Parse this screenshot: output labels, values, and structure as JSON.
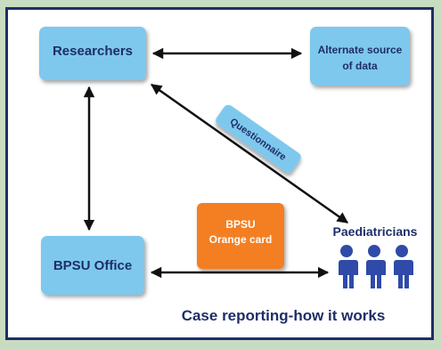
{
  "nodes": {
    "researchers": "Researchers",
    "alternate_line1": "Alternate source",
    "alternate_line2": "of data",
    "bpsu_office": "BPSU Office",
    "orange_line1": "BPSU",
    "orange_line2": "Orange card",
    "paediatricians": "Paediatricians",
    "questionnaire": "Questionnaire"
  },
  "caption": "Case reporting-how it works",
  "colors": {
    "box_fill": "#7ec8ee",
    "box_text": "#1f2e66",
    "orange_fill": "#f47f21",
    "border": "#1f2e66",
    "person": "#2f4aa8",
    "background": "#c7dcc1"
  }
}
